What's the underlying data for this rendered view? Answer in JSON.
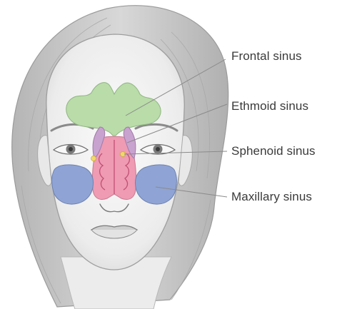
{
  "labels": {
    "frontal": "Frontal sinus",
    "ethmoid": "Ethmoid sinus",
    "sphenoid": "Sphenoid sinus",
    "maxillary": "Maxillary sinus"
  },
  "colors": {
    "frontal_sinus": "#b9dca9",
    "ethmoid_sinus": "#c9a3cf",
    "sphenoid_sinus": "#f1d86a",
    "maxillary_sinus": "#8fa4d4",
    "nasal_cavity": "#ee9bb3",
    "hair": "#c9c9c9",
    "skin": "#f4f4f4"
  }
}
